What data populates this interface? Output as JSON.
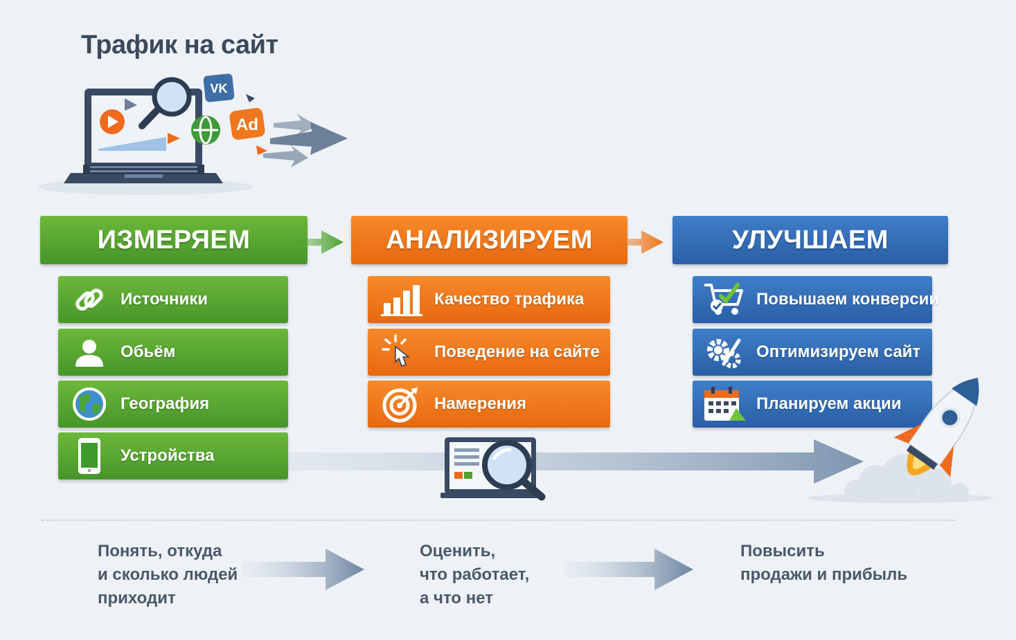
{
  "header": {
    "title": "Трафик на сайт"
  },
  "stages": [
    {
      "title": "ИЗМЕРЯЕМ",
      "color": "#52a12f",
      "items": [
        {
          "label": "Источники",
          "icon": "link-icon"
        },
        {
          "label": "Обьём",
          "icon": "user-icon"
        },
        {
          "label": "География",
          "icon": "globe-icon"
        },
        {
          "label": "Устройства",
          "icon": "smartphone-icon"
        }
      ],
      "summary": [
        "Понять, откуда",
        "и сколько людей",
        "приходит"
      ]
    },
    {
      "title": "АНАЛИЗИРУЕМ",
      "color": "#ef7619",
      "items": [
        {
          "label": "Качество трафика",
          "icon": "bar-chart-icon"
        },
        {
          "label": "Поведение на сайте",
          "icon": "pointer-click-icon"
        },
        {
          "label": "Намерения",
          "icon": "target-icon"
        }
      ],
      "summary": [
        "Оценить,",
        "что работает,",
        "а что нет"
      ]
    },
    {
      "title": "УЛУЧШАЕМ",
      "color": "#336dba",
      "items": [
        {
          "label": "Повышаем конверсии",
          "icon": "shopping-cart-check-icon"
        },
        {
          "label": "Оптимизируем сайт",
          "icon": "gears-icon"
        },
        {
          "label": "Планируем акции",
          "icon": "calendar-icon"
        }
      ],
      "summary": [
        "Повысить",
        "продажи и прибыль"
      ]
    }
  ],
  "illustration": {
    "ad_badge": "Ad",
    "social_badge": "VK"
  }
}
